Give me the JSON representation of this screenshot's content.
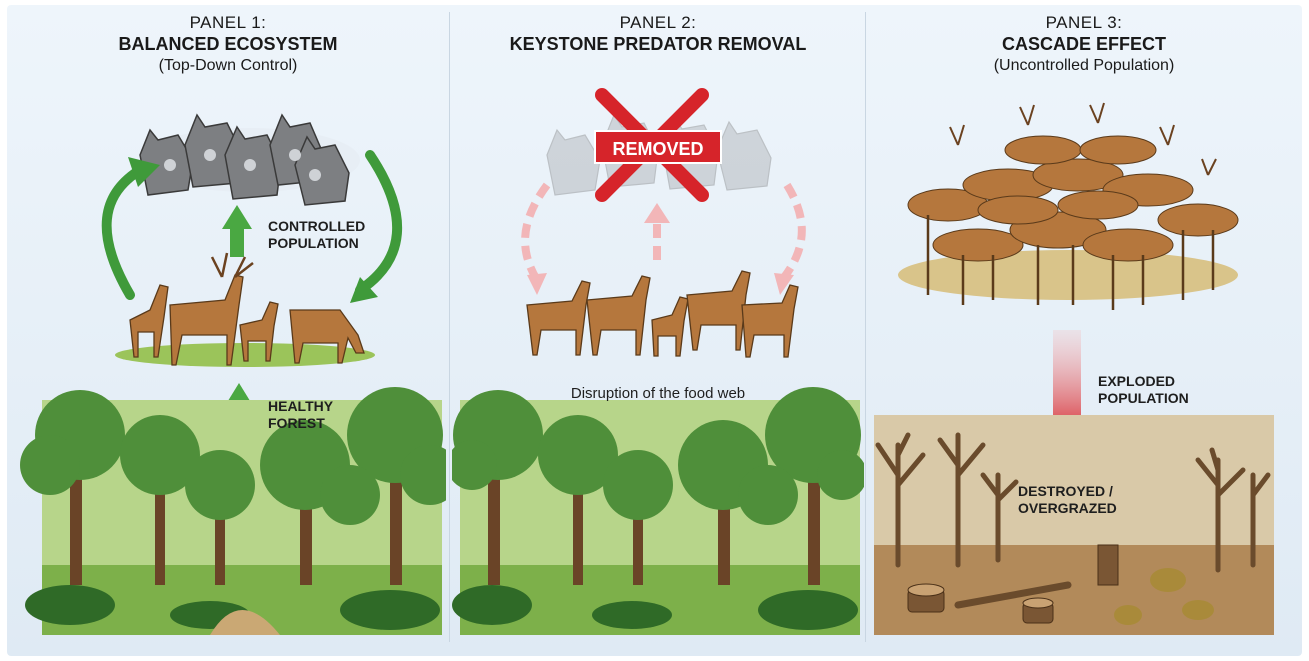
{
  "panels": [
    {
      "number": "PANEL 1:",
      "title": "BALANCED ECOSYSTEM",
      "subtitle": "(Top-Down Control)",
      "labels": {
        "controlled": "CONTROLLED\nPOPULATION",
        "forest": "HEALTHY\nFOREST"
      }
    },
    {
      "number": "PANEL 2:",
      "title": "KEYSTONE PREDATOR REMOVAL",
      "subtitle": "",
      "labels": {
        "removed": "REMOVED",
        "disruption": "Disruption of the food web"
      }
    },
    {
      "number": "PANEL 3:",
      "title": "CASCADE EFFECT",
      "subtitle": "(Uncontrolled Population)",
      "labels": {
        "exploded": "EXPLODED\nPOPULATION",
        "destroyed": "DESTROYED /\nOVERGRAZED"
      }
    }
  ],
  "colors": {
    "green_arrow": "#3f9a3a",
    "red": "#d6242a",
    "pink_arrow": "#f2b6b8",
    "forest": "#4f8f3a",
    "barren": "#b28a5a",
    "deer": "#b5773d",
    "wolf": "#7d7f82"
  },
  "icons": [
    "wolf-pack-illustration",
    "deer-herd-illustration",
    "forest-illustration",
    "removed-cross-icon",
    "barren-land-illustration"
  ]
}
